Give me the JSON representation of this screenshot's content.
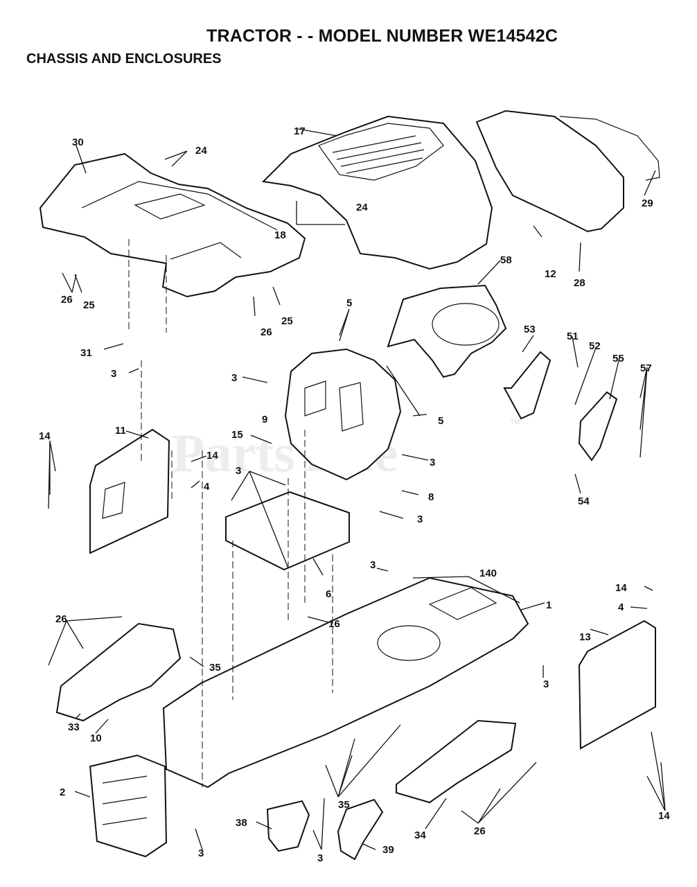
{
  "header": {
    "title": "TRACTOR - - MODEL NUMBER WE14542C",
    "subtitle": "CHASSIS AND ENCLOSURES"
  },
  "watermark": {
    "text": "PartsTree",
    "trademark": "TM"
  },
  "callouts": [
    {
      "id": "c30",
      "text": "30"
    },
    {
      "id": "c24a",
      "text": "24"
    },
    {
      "id": "c17",
      "text": "17"
    },
    {
      "id": "c29",
      "text": "29"
    },
    {
      "id": "c18",
      "text": "18"
    },
    {
      "id": "c24b",
      "text": "24"
    },
    {
      "id": "c58",
      "text": "58"
    },
    {
      "id": "c12",
      "text": "12"
    },
    {
      "id": "c28",
      "text": "28"
    },
    {
      "id": "c26a",
      "text": "26"
    },
    {
      "id": "c25a",
      "text": "25"
    },
    {
      "id": "c26b",
      "text": "26"
    },
    {
      "id": "c25b",
      "text": "25"
    },
    {
      "id": "c5a",
      "text": "5"
    },
    {
      "id": "c31",
      "text": "31"
    },
    {
      "id": "c3a",
      "text": "3"
    },
    {
      "id": "c3b",
      "text": "3"
    },
    {
      "id": "c53",
      "text": "53"
    },
    {
      "id": "c51",
      "text": "51"
    },
    {
      "id": "c52",
      "text": "52"
    },
    {
      "id": "c55",
      "text": "55"
    },
    {
      "id": "c57",
      "text": "57"
    },
    {
      "id": "c9",
      "text": "9"
    },
    {
      "id": "c5b",
      "text": "5"
    },
    {
      "id": "c11",
      "text": "11"
    },
    {
      "id": "c14a",
      "text": "14"
    },
    {
      "id": "c15",
      "text": "15"
    },
    {
      "id": "c14b",
      "text": "14"
    },
    {
      "id": "c4a",
      "text": "4"
    },
    {
      "id": "c3c",
      "text": "3"
    },
    {
      "id": "c3d",
      "text": "3"
    },
    {
      "id": "c8",
      "text": "8"
    },
    {
      "id": "c54",
      "text": "54"
    },
    {
      "id": "c3e",
      "text": "3"
    },
    {
      "id": "c6",
      "text": "6"
    },
    {
      "id": "c3f",
      "text": "3"
    },
    {
      "id": "c140",
      "text": "140"
    },
    {
      "id": "c1",
      "text": "1"
    },
    {
      "id": "c14c",
      "text": "14"
    },
    {
      "id": "c4b",
      "text": "4"
    },
    {
      "id": "c26c",
      "text": "26"
    },
    {
      "id": "c16",
      "text": "16"
    },
    {
      "id": "c13",
      "text": "13"
    },
    {
      "id": "c35a",
      "text": "35"
    },
    {
      "id": "c3g",
      "text": "3"
    },
    {
      "id": "c33",
      "text": "33"
    },
    {
      "id": "c10",
      "text": "10"
    },
    {
      "id": "c2",
      "text": "2"
    },
    {
      "id": "c35b",
      "text": "35"
    },
    {
      "id": "c38",
      "text": "38"
    },
    {
      "id": "c3h",
      "text": "3"
    },
    {
      "id": "c39",
      "text": "39"
    },
    {
      "id": "c3i",
      "text": "3"
    },
    {
      "id": "c34",
      "text": "34"
    },
    {
      "id": "c26d",
      "text": "26"
    },
    {
      "id": "c14d",
      "text": "14"
    }
  ]
}
